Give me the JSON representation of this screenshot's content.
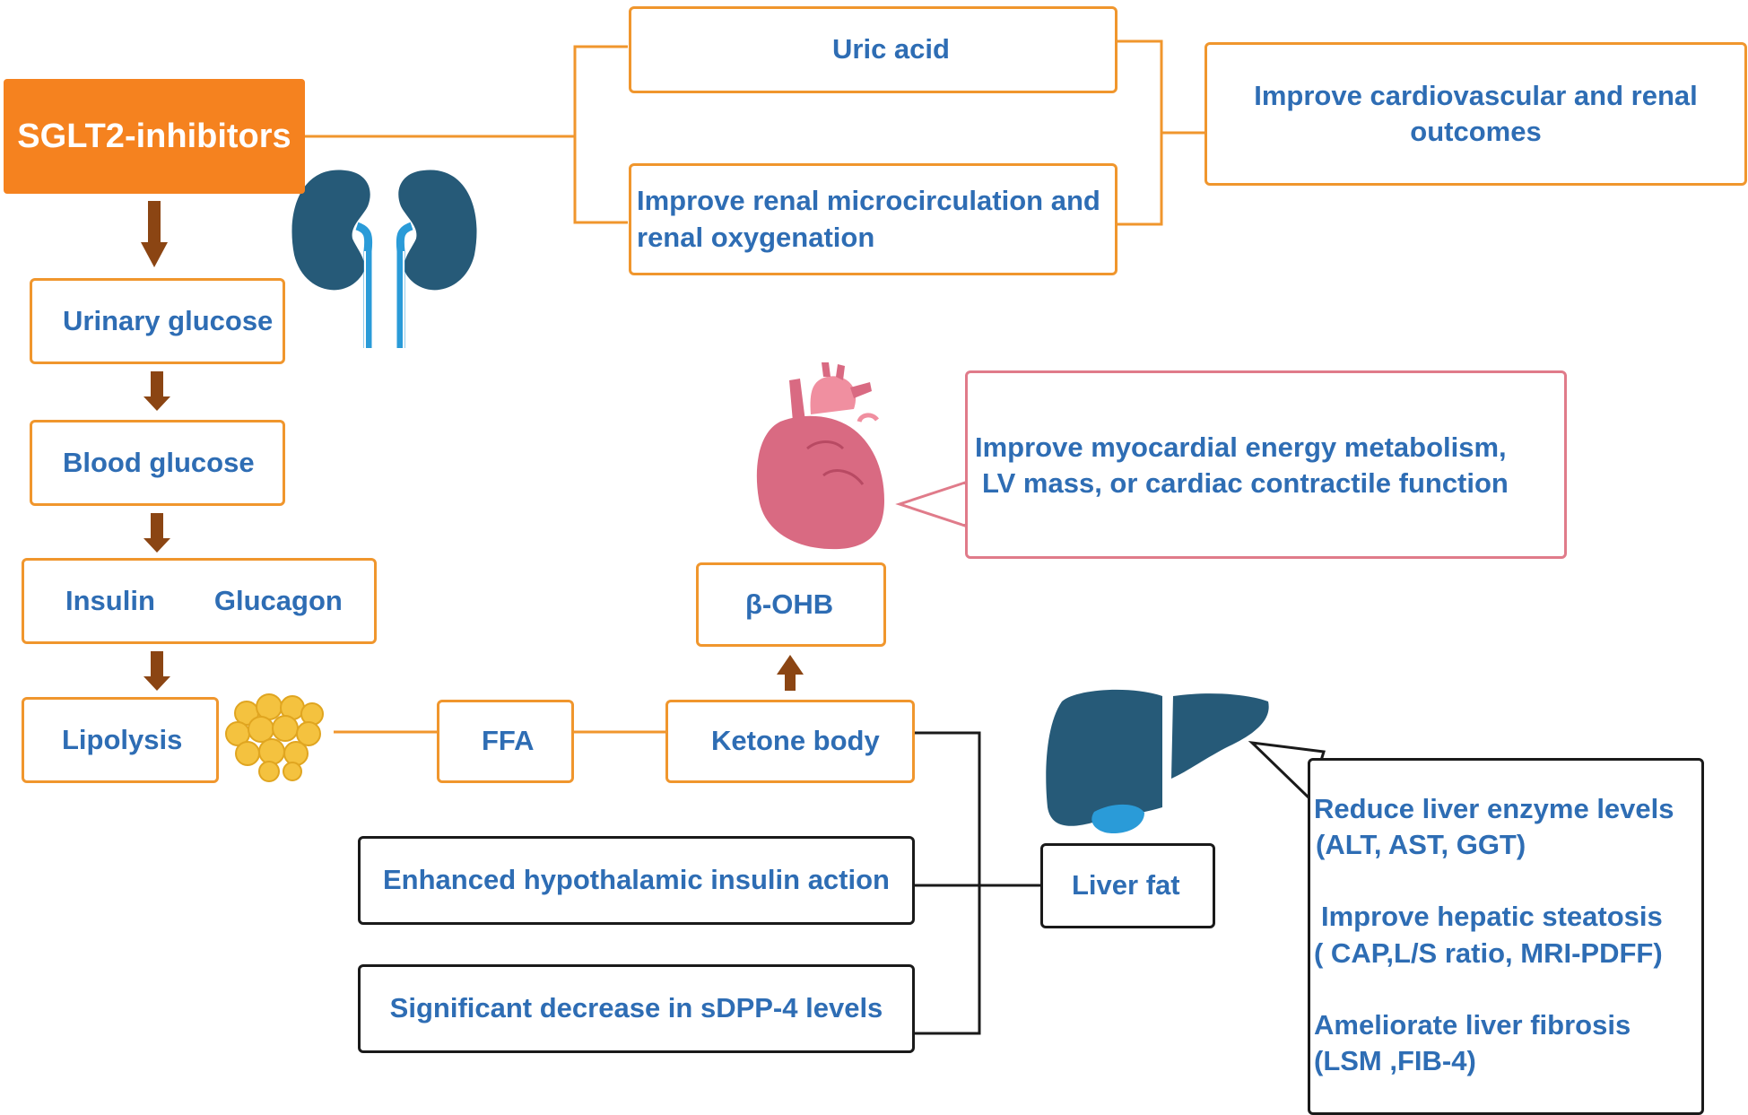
{
  "sglt2": "SGLT2-inhibitors",
  "uric_acid": "Uric acid",
  "renal_micro": [
    "Improve renal microcirculation and",
    "renal oxygenation"
  ],
  "cardio_renal": [
    "Improve cardiovascular and renal",
    "outcomes"
  ],
  "urinary_glucose": "Urinary glucose",
  "blood_glucose": "Blood glucose",
  "insulin": "Insulin",
  "glucagon": "Glucagon",
  "lipolysis": "Lipolysis",
  "ffa": "FFA",
  "ketone_body": "Ketone body",
  "bohb": "β-OHB",
  "myocardial": [
    "Improve myocardial energy metabolism,",
    "LV mass, or cardiac contractile function"
  ],
  "hypothalamic": "Enhanced hypothalamic insulin action",
  "sdpp4": "Significant decrease in sDPP-4 levels",
  "liver_fat": "Liver fat",
  "liver_effects": [
    "Reduce liver enzyme levels",
    " (ALT, AST, GGT)",
    "Improve hepatic steatosis",
    "( CAP,L/S ratio, MRI-PDFF)",
    "Ameliorate liver fibrosis",
    "(LSM ,FIB-4)"
  ],
  "colors": {
    "orange": "#f0962d",
    "sglt2_fill": "#f5821f",
    "text_blue": "#2e6db4",
    "brown_arrow": "#8b4513",
    "kidney": "#265a78",
    "ureter": "#2a9bd8",
    "heart": "#d96a82",
    "liver": "#265a78",
    "gallbladder": "#2a9bd8",
    "pink_border": "#e07b8a"
  }
}
